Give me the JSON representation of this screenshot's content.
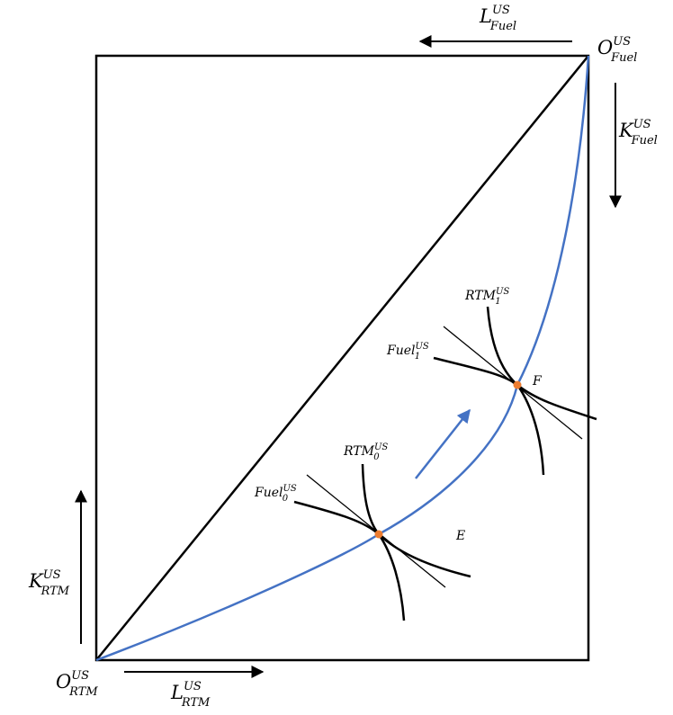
{
  "origins": {
    "rtm": {
      "base": "O",
      "sub": "RTM",
      "sup": "US"
    },
    "fuel": {
      "base": "O",
      "sub": "Fuel",
      "sup": "US"
    }
  },
  "axes": {
    "l_rtm": {
      "base": "L",
      "sub": "RTM",
      "sup": "US"
    },
    "k_rtm": {
      "base": "K",
      "sub": "RTM",
      "sup": "US"
    },
    "l_fuel": {
      "base": "L",
      "sub": "Fuel",
      "sup": "US"
    },
    "k_fuel": {
      "base": "K",
      "sub": "Fuel",
      "sup": "US"
    }
  },
  "isoquants": {
    "fuel0": {
      "base": "Fuel",
      "sub": "0",
      "sup": "US"
    },
    "rtm0": {
      "base": "RTM",
      "sub": "0",
      "sup": "US"
    },
    "fuel1": {
      "base": "Fuel",
      "sub": "1",
      "sup": "US"
    },
    "rtm1": {
      "base": "RTM",
      "sub": "1",
      "sup": "US"
    }
  },
  "points": {
    "e": "E",
    "f": "F"
  },
  "colors": {
    "contract_curve": "#4472C4",
    "arrow_blue": "#4472C4",
    "equilibrium_point": "#ED7D31",
    "lines": "#000000"
  }
}
